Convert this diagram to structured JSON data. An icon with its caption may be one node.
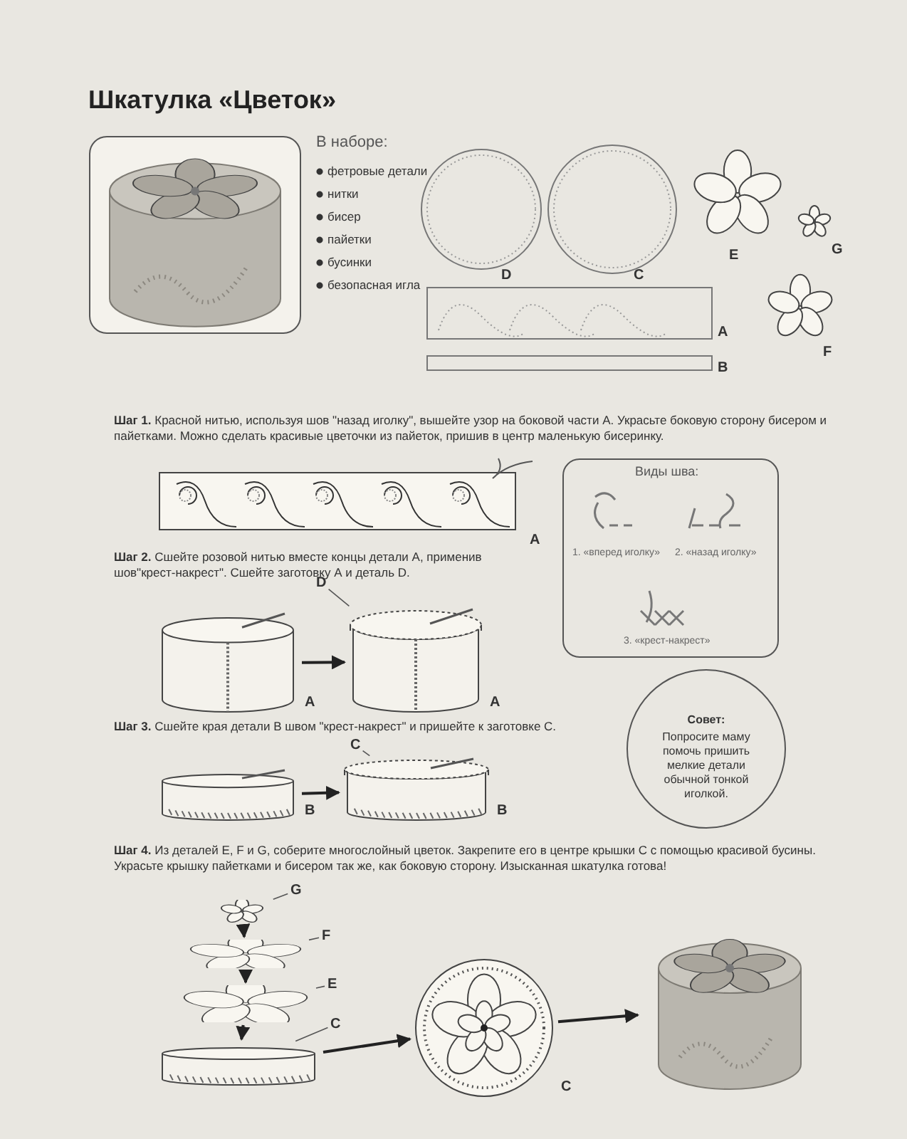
{
  "diagram": {
    "title": "Шкатулка «Цветок»",
    "nodes": [
      {
        "text": [],
        "shape": "picture"
      },
      {
        "text": [
          "Виды шва:",
          "1. «вперед иголку»",
          "2. «назад иголку»",
          "3. «крест-накрест»"
        ]
      },
      {
        "text": [],
        "shape": "picture",
        "beside": [
          "A"
        ]
      },
      {
        "text": [],
        "shape": "picture",
        "beside": [
          "A"
        ]
      },
      {
        "text": [
          "D"
        ]
      },
      {
        "text": [
          "Совет:",
          "Попросите маму помочь пришить мелкие детали обычной тонкой иголкой."
        ]
      },
      {
        "text": [],
        "shape": "picture",
        "beside": [
          "B"
        ]
      },
      {
        "text": [],
        "shape": "picture",
        "beside": [
          "B"
        ]
      },
      {
        "text": [
          "C"
        ]
      },
      {
        "text": [],
        "shape": "picture"
      },
      {
        "text": [
          "G"
        ]
      },
      {
        "text": [],
        "shape": "picture"
      },
      {
        "text": [
          "F"
        ]
      },
      {
        "text": [],
        "shape": "picture"
      },
      {
        "text": [
          "E"
        ]
      },
      {
        "text": [],
        "shape": "picture"
      },
      {
        "text": [
          "C"
        ]
      },
      {
        "text": [],
        "shape": "picture",
        "beside": [
          "C"
        ]
      },
      {
        "text": [],
        "shape": "picture"
      }
    ],
    "edges": [
      {
        "from": 2,
        "to": 3,
        "arrow": "to"
      },
      {
        "from": 4,
        "to": 3,
        "arrow": "none"
      },
      {
        "from": 6,
        "to": 7,
        "arrow": "to"
      },
      {
        "from": 8,
        "to": 7,
        "arrow": "none"
      },
      {
        "from": 9,
        "to": 11,
        "arrow": "to"
      },
      {
        "from": 11,
        "to": 13,
        "arrow": "to"
      },
      {
        "from": 13,
        "to": 15,
        "arrow": "to"
      },
      {
        "from": 10,
        "to": 9,
        "arrow": "none"
      },
      {
        "from": 12,
        "to": 11,
        "arrow": "none"
      },
      {
        "from": 14,
        "to": 13,
        "arrow": "none"
      },
      {
        "from": 16,
        "to": 15,
        "arrow": "none"
      },
      {
        "from": 15,
        "to": 17,
        "arrow": "to"
      },
      {
        "from": 17,
        "to": 18,
        "arrow": "to"
      }
    ],
    "labels": [
      "В наборе:",
      "фетровые детали",
      "нитки",
      "бисер",
      "пайетки",
      "бусинки",
      "безопасная игла",
      "D",
      "C",
      "E",
      "G",
      "A",
      "F",
      "B",
      "**Шаг 1.** Красной нитью, используя шов \"назад иголку\", вышейте узор на боковой части А. Украсьте боковую сторону бисером и пайетками. Можно сделать красивые цветочки из пайеток, пришив в центр маленькую бисеринку.",
      "A",
      "**Шаг 2.** Сшейте розовой нитью вместе концы детали А, применив шов\"крест-накрест\". Сшейте заготовку А и деталь D.",
      "**Шаг 3.** Сшейте края детали В швом \"крест-накрест\" и пришейте к заготовке С.",
      "**Шаг 4.** Из деталей E, F и G, соберите многослойный цветок. Закрепите его в центре крышки С с помощью красивой бусины. Украсьте крышку пайетками и бисером так же, как боковую сторону. Изысканная шкатулка готова!"
    ]
  }
}
